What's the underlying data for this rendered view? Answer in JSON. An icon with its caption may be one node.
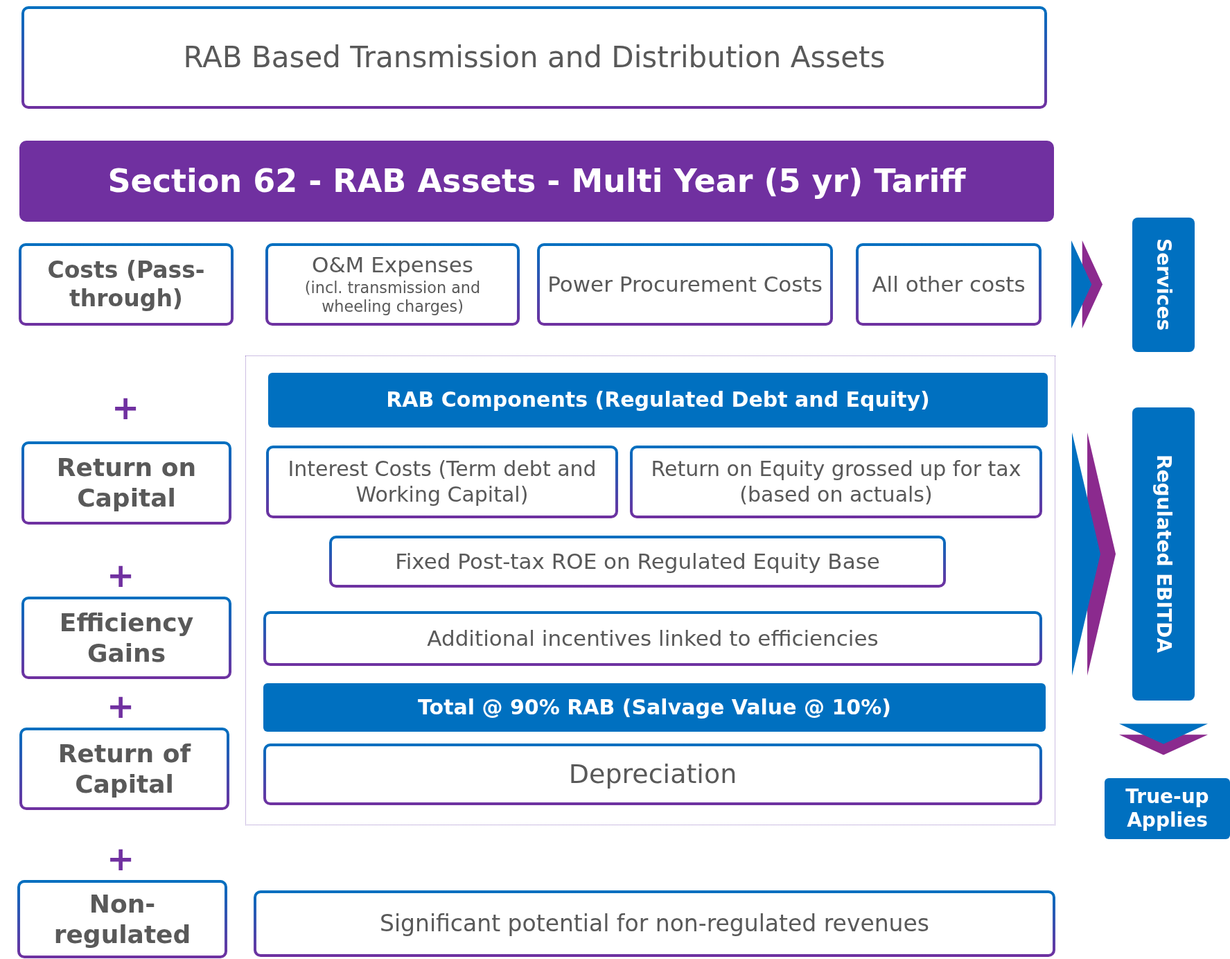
{
  "diagram": {
    "nodes": [
      {
        "text": [
          "RAB Based Transmission and Distribution Assets"
        ]
      },
      {
        "text": [
          "Section 62 - RAB Assets - Multi Year (5 yr) Tariff"
        ]
      },
      {
        "text": [
          "Costs (Pass-through)"
        ]
      },
      {
        "text": [
          "O&M Expenses",
          "(incl. transmission and wheeling charges)"
        ]
      },
      {
        "text": [
          "Power Procurement Costs"
        ]
      },
      {
        "text": [
          "All other costs"
        ]
      },
      {
        "text": [
          "Services"
        ]
      },
      {
        "text": [],
        "shape": "box"
      },
      {
        "text": [
          "RAB Components (Regulated Debt and Equity)"
        ],
        "in": 7
      },
      {
        "text": [
          "Interest Costs (Term debt and Working Capital)"
        ],
        "in": 7
      },
      {
        "text": [
          "Return on Equity grossed up for tax (based on actuals)"
        ],
        "in": 7
      },
      {
        "text": [
          "Fixed Post-tax ROE on Regulated Equity Base"
        ],
        "in": 7
      },
      {
        "text": [
          "Additional incentives linked to efficiencies"
        ],
        "in": 7
      },
      {
        "text": [
          "Total @ 90% RAB (Salvage Value @ 10%)"
        ],
        "in": 7
      },
      {
        "text": [
          "Depreciation"
        ],
        "in": 7
      },
      {
        "text": [
          "Return on Capital"
        ]
      },
      {
        "text": [
          "Efficiency Gains"
        ]
      },
      {
        "text": [
          "Return of Capital"
        ]
      },
      {
        "text": [
          "Non-regulated"
        ]
      },
      {
        "text": [
          "Significant potential for non-regulated revenues"
        ]
      },
      {
        "text": [
          "Regulated EBITDA"
        ]
      },
      {
        "text": [
          "True-up Applies"
        ]
      }
    ],
    "edges": [
      {
        "from": 5,
        "to": 6,
        "arrow": "to"
      },
      {
        "from": 7,
        "to": 20,
        "arrow": "to"
      },
      {
        "from": 20,
        "to": 21,
        "arrow": "to"
      }
    ],
    "labels": [
      "+",
      "+",
      "+",
      "+"
    ]
  }
}
